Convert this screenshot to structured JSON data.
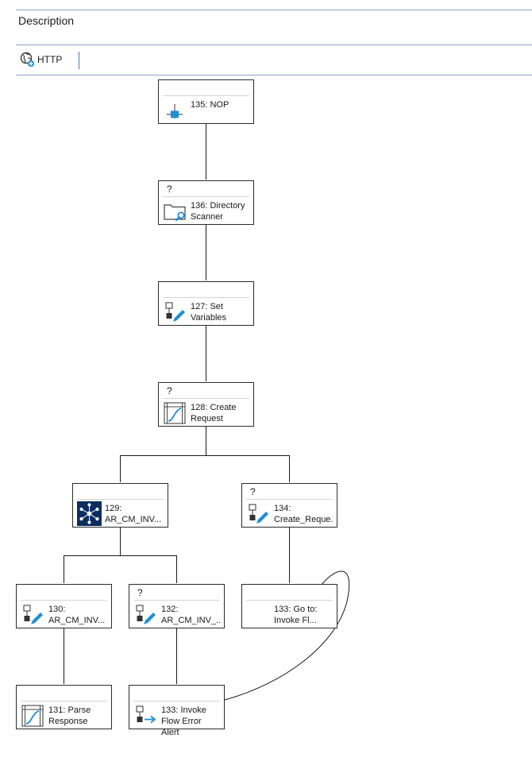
{
  "header": {
    "description_label": "Description"
  },
  "toolbar": {
    "http_label": "HTTP"
  },
  "nodes": {
    "n135": {
      "badge": "",
      "label": "135: NOP",
      "icon": "nop-icon"
    },
    "n136": {
      "badge": "?",
      "label": "136: Directory\nScanner",
      "icon": "folder-search-icon"
    },
    "n127": {
      "badge": "",
      "label": "127: Set\nVariables",
      "icon": "set-variables-icon"
    },
    "n128": {
      "badge": "?",
      "label": "128: Create\nRequest",
      "icon": "transform-icon"
    },
    "n129": {
      "badge": "",
      "label": "129:\nAR_CM_INV...",
      "icon": "hub-icon"
    },
    "n134": {
      "badge": "?",
      "label": "134:\nCreate_Reque...",
      "icon": "set-variables-icon"
    },
    "n130": {
      "badge": "",
      "label": "130:\nAR_CM_INV...",
      "icon": "set-variables-icon"
    },
    "n132": {
      "badge": "?",
      "label": "132:\nAR_CM_INV_...",
      "icon": "set-variables-icon"
    },
    "n133goto": {
      "badge": "",
      "label": "133: Go to:\nInvoke Fl...",
      "icon": ""
    },
    "n131": {
      "badge": "",
      "label": "131: Parse\nResponse",
      "icon": "transform-icon"
    },
    "n133": {
      "badge": "",
      "label": "133: Invoke\nFlow Error Alert",
      "icon": "invoke-flow-icon"
    }
  },
  "colors": {
    "accent": "#1e8fd6",
    "rule": "#8ea6c4",
    "hub_bg": "#0d2d5e"
  }
}
